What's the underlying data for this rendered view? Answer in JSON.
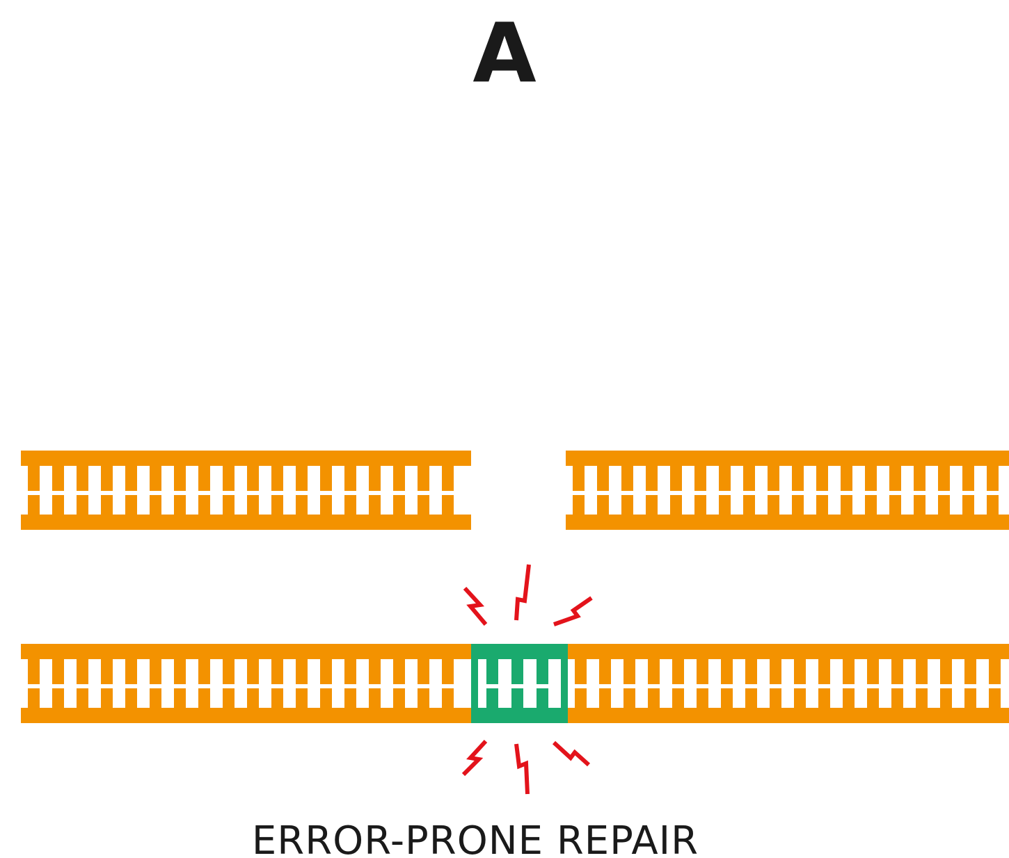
{
  "panel_label": "A",
  "caption": "ERROR-PRONE REPAIR",
  "colors": {
    "dna": "#f39200",
    "repair_patch": "#1aaa6e",
    "damage_bolt": "#e3131b",
    "text": "#1a1a1a",
    "background": "#ffffff"
  },
  "icons": [
    "dna-double-strand-break",
    "dna-repaired-strand",
    "damage-lightning-bolt"
  ]
}
